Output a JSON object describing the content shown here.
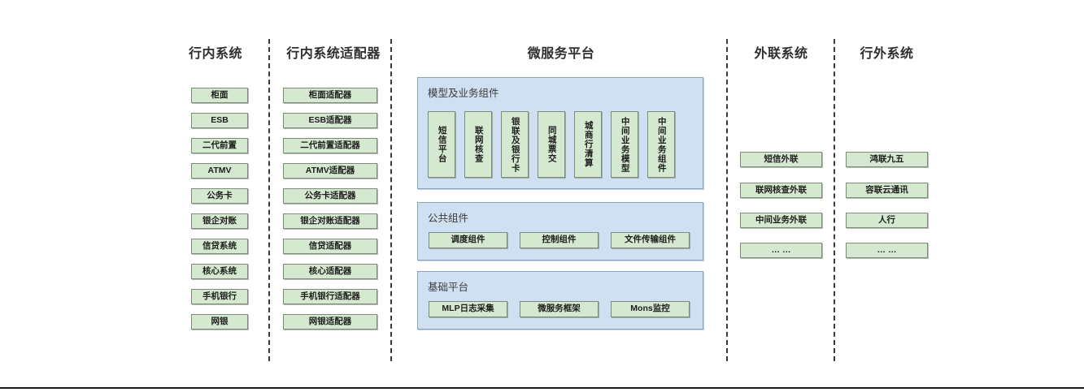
{
  "diagram": {
    "title_bank_internal": "行内系统",
    "title_bank_adapter": "行内系统适配器",
    "title_microservice": "微服务平台",
    "title_external_link": "外联系统",
    "title_outside_bank": "行外系统",
    "colors": {
      "node_fill": "#d5e8d0",
      "node_border": "#7d8c79",
      "panel_fill": "#cfe0f2",
      "panel_border": "#8aa4bf",
      "divider": "#3a3a3a",
      "title_text": "#2e2e2e"
    },
    "columns": {
      "bank_internal": [
        "柜面",
        "ESB",
        "二代前置",
        "ATMV",
        "公务卡",
        "银企对账",
        "信贷系统",
        "核心系统",
        "手机银行",
        "网银"
      ],
      "bank_adapter": [
        "柜面适配器",
        "ESB适配器",
        "二代前置适配器",
        "ATMV适配器",
        "公务卡适配器",
        "银企对账适配器",
        "信贷适配器",
        "核心适配器",
        "手机银行适配器",
        "网银适配器"
      ],
      "external_link": [
        "短信外联",
        "联网核查外联",
        "中间业务外联",
        "… …"
      ],
      "outside_bank": [
        "鸿联九五",
        "容联云通讯",
        "人行",
        "… …"
      ]
    },
    "microservice": {
      "band_model": {
        "label": "模型及业务组件",
        "items": [
          "短信平台",
          "联网核查",
          "银联及银行卡",
          "同城票交",
          "城商行清算",
          "中间业务模型",
          "中间业务组件"
        ]
      },
      "band_public": {
        "label": "公共组件",
        "items": [
          "调度组件",
          "控制组件",
          "文件传输组件"
        ]
      },
      "band_base": {
        "label": "基础平台",
        "items": [
          "MLP日志采集",
          "微服务框架",
          "Mons监控"
        ]
      }
    }
  }
}
